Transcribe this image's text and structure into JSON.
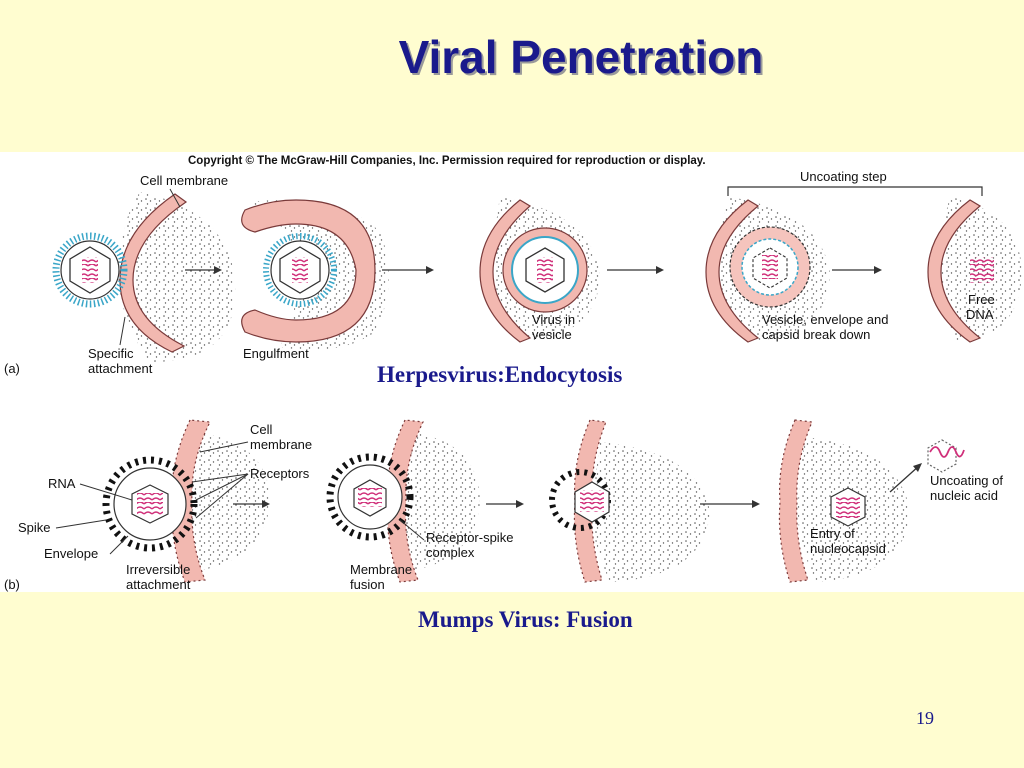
{
  "slide": {
    "title": "Viral Penetration",
    "page_number": "19"
  },
  "figure": {
    "copyright": "Copyright © The McGraw-Hill Companies, Inc. Permission required for reproduction or display.",
    "panel_a": {
      "panel_label": "(a)",
      "labels": {
        "cell_membrane": "Cell membrane",
        "uncoating_step": "Uncoating step",
        "specific_attachment_1": "Specific",
        "specific_attachment_2": "attachment",
        "engulfment": "Engulfment",
        "virus_in_vesicle_1": "Virus in",
        "virus_in_vesicle_2": "vesicle",
        "vesicle_breakdown_1": "Vesicle, envelope and",
        "vesicle_breakdown_2": "capsid break down",
        "free_dna_1": "Free",
        "free_dna_2": "DNA"
      },
      "caption": "Herpesvirus:Endocytosis"
    },
    "panel_b": {
      "panel_label": "(b)",
      "labels": {
        "cell_membrane_1": "Cell",
        "cell_membrane_2": "membrane",
        "receptors": "Receptors",
        "rna": "RNA",
        "spike": "Spike",
        "envelope": "Envelope",
        "irreversible_1": "Irreversible",
        "irreversible_2": "attachment",
        "receptor_spike_1": "Receptor-spike",
        "receptor_spike_2": "complex",
        "membrane_fusion_1": "Membrane",
        "membrane_fusion_2": "fusion",
        "entry_1": "Entry of",
        "entry_2": "nucleocapsid",
        "uncoating_1": "Uncoating of",
        "uncoating_2": "nucleic acid"
      },
      "caption": "Mumps Virus:  Fusion"
    }
  },
  "colors": {
    "title": "#1a1a8c",
    "background": "#fffdd0",
    "membrane": "#f2b8b0",
    "membrane_outline": "#7a3a3a",
    "spikes": "#3aa6c8",
    "nucleic_acid": "#d0307a"
  }
}
